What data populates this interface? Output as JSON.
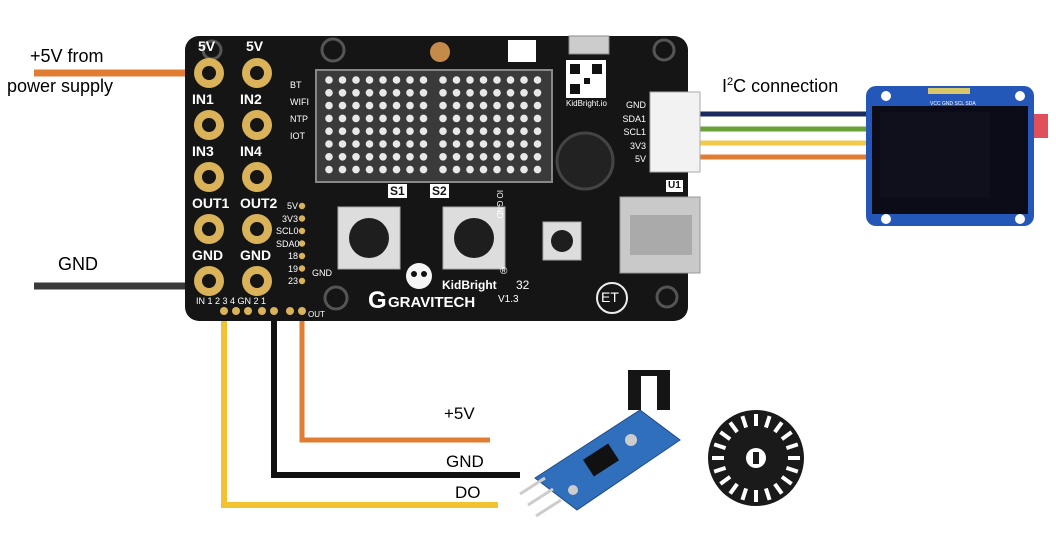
{
  "labels": {
    "power_line1": "+5V from",
    "power_line2": "power supply",
    "gnd_left": "GND",
    "i2c_pre": "I",
    "i2c_sup": "2",
    "i2c_post": "C connection",
    "sensor_5v": "+5V",
    "sensor_gnd": "GND",
    "sensor_do": "DO"
  },
  "board": {
    "name": "KidBright",
    "version_mark": "32",
    "registered": "®",
    "rev": "V1.3",
    "brand": "GRAVITECH",
    "brand_initial": "G",
    "et_logo": "ET",
    "url": "KidBright.io",
    "s1": "S1",
    "s2": "S2",
    "u1": "U1",
    "io_top_left": "5V",
    "io_top_right": "5V",
    "io_rows": [
      {
        "left": "IN1",
        "right": "IN2"
      },
      {
        "left": "IN3",
        "right": "IN4"
      },
      {
        "left": "OUT1",
        "right": "OUT2"
      },
      {
        "left": "GND",
        "right": "GND"
      }
    ],
    "status_leds": [
      "BT",
      "WIFI",
      "NTP",
      "IOT"
    ],
    "kb_chain": [
      "5V",
      "3V3",
      "SCL0",
      "SDA0",
      "18",
      "19",
      "23"
    ],
    "kb_chain_gnd": "GND",
    "kb_chain_gnd2": "GND",
    "i2c_header": [
      "GND",
      "SDA1",
      "SCL1",
      "3V3",
      "5V"
    ],
    "bottom_header": "IN 1  2  3  4  GN  2  1",
    "bottom_out": "OUT",
    "connector_label": "IO  GND"
  },
  "oled_pins": "VCC GND SCL SDA",
  "colors": {
    "power": "#e07d32",
    "gnd_wire": "#333333",
    "i2c_gnd": "#1b2a5e",
    "i2c_sda": "#6aa23a",
    "i2c_scl": "#f2c94c",
    "i2c_vcc": "#e07d32",
    "sensor_gnd": "#111111",
    "sensor_do": "#f2c230",
    "board": "#151515",
    "pad": "#d9b25a"
  }
}
